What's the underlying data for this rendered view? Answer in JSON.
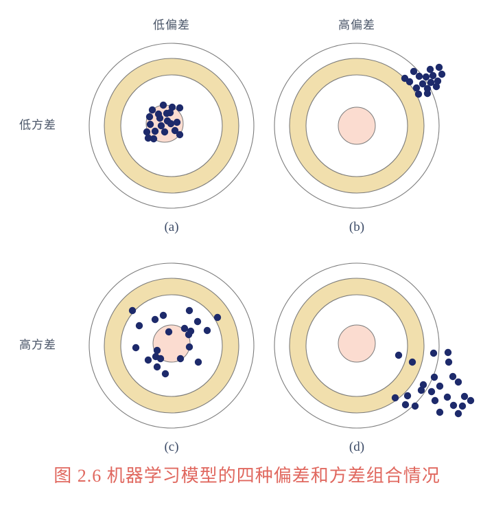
{
  "figure": {
    "caption": "图 2.6  机器学习模型的四种偏差和方差组合情况",
    "caption_color": "#e0685f",
    "columns": [
      {
        "key": "low_bias",
        "label": "低偏差"
      },
      {
        "key": "high_bias",
        "label": "高偏差"
      }
    ],
    "rows": [
      {
        "key": "low_variance",
        "label": "低方差"
      },
      {
        "key": "高方差_key",
        "label": "高方差"
      }
    ],
    "row_labels": {
      "low_variance": "低方差",
      "high_variance": "高方差"
    },
    "panel_labels": {
      "a": "(a)",
      "b": "(b)",
      "c": "(c)",
      "d": "(d)"
    }
  },
  "colors": {
    "dot": "#1d2a6b",
    "ring_band": "#f1dfad",
    "bullseye": "#fbdcd0",
    "stroke": "#7b7b7b",
    "background": "#ffffff",
    "text": "#4a5568",
    "caption": "#e0685f"
  },
  "chart_data": {
    "type": "scatter",
    "title": "图 2.6  机器学习模型的四种偏差和方差组合情况",
    "xlabel": "",
    "ylabel": "",
    "grid": false,
    "legend_position": "none",
    "description": "Four dartboard targets arranged 2x2 illustrating bias-variance combinations",
    "target_geometry": {
      "outer_radius": 120,
      "band_outer_radius": 98,
      "band_inner_radius": 74,
      "bullseye_radius": 27
    },
    "panels": [
      {
        "id": "a",
        "label": "(a)",
        "bias": "低偏差",
        "variance": "低方差",
        "center": [
          250,
          183
        ],
        "bullseye_center": [
          240,
          180
        ],
        "dot_radius": 5.2,
        "n_points": 21,
        "points": [
          [
            238,
            153
          ],
          [
            251,
            156
          ],
          [
            262,
            157
          ],
          [
            222,
            160
          ],
          [
            231,
            166
          ],
          [
            243,
            165
          ],
          [
            248,
            164
          ],
          [
            218,
            170
          ],
          [
            233,
            172
          ],
          [
            244,
            176
          ],
          [
            249,
            180
          ],
          [
            219,
            181
          ],
          [
            235,
            183
          ],
          [
            258,
            178
          ],
          [
            214,
            192
          ],
          [
            226,
            191
          ],
          [
            240,
            192
          ],
          [
            255,
            190
          ],
          [
            216,
            201
          ],
          [
            224,
            202
          ],
          [
            262,
            196
          ]
        ]
      },
      {
        "id": "b",
        "label": "(b)",
        "bias": "高偏差",
        "variance": "低方差",
        "center": [
          520,
          183
        ],
        "bullseye_center": [
          520,
          183
        ],
        "dot_radius": 5.2,
        "n_points": 17,
        "points": [
          [
            603,
            104
          ],
          [
            627,
            101
          ],
          [
            640,
            98
          ],
          [
            590,
            114
          ],
          [
            611,
            111
          ],
          [
            621,
            112
          ],
          [
            631,
            110
          ],
          [
            644,
            108
          ],
          [
            597,
            119
          ],
          [
            616,
            122
          ],
          [
            628,
            120
          ],
          [
            638,
            118
          ],
          [
            607,
            128
          ],
          [
            623,
            129
          ],
          [
            636,
            126
          ],
          [
            610,
            137
          ],
          [
            623,
            136
          ]
        ]
      },
      {
        "id": "c",
        "label": "(c)",
        "bias": "低偏差",
        "variance": "高方差",
        "center": [
          250,
          503
        ],
        "bullseye_center": [
          250,
          500
        ],
        "dot_radius": 5.2,
        "n_points": 22,
        "points": [
          [
            193,
            452
          ],
          [
            276,
            452
          ],
          [
            226,
            465
          ],
          [
            238,
            459
          ],
          [
            288,
            468
          ],
          [
            203,
            474
          ],
          [
            269,
            478
          ],
          [
            278,
            482
          ],
          [
            317,
            462
          ],
          [
            246,
            483
          ],
          [
            275,
            487
          ],
          [
            302,
            481
          ],
          [
            198,
            506
          ],
          [
            229,
            510
          ],
          [
            276,
            505
          ],
          [
            216,
            524
          ],
          [
            227,
            519
          ],
          [
            234,
            522
          ],
          [
            263,
            522
          ],
          [
            289,
            527
          ],
          [
            229,
            534
          ],
          [
            241,
            544
          ]
        ]
      },
      {
        "id": "d",
        "label": "(d)",
        "bias": "高偏差",
        "variance": "高方差",
        "center": [
          520,
          503
        ],
        "bullseye_center": [
          520,
          500
        ],
        "dot_radius": 5.2,
        "n_points": 24,
        "points": [
          [
            581,
            517
          ],
          [
            601,
            527
          ],
          [
            632,
            514
          ],
          [
            653,
            513
          ],
          [
            654,
            527
          ],
          [
            633,
            549
          ],
          [
            660,
            548
          ],
          [
            617,
            560
          ],
          [
            641,
            562
          ],
          [
            668,
            556
          ],
          [
            614,
            568
          ],
          [
            629,
            570
          ],
          [
            576,
            579
          ],
          [
            594,
            576
          ],
          [
            652,
            578
          ],
          [
            677,
            577
          ],
          [
            634,
            583
          ],
          [
            591,
            589
          ],
          [
            605,
            591
          ],
          [
            661,
            590
          ],
          [
            674,
            591
          ],
          [
            686,
            583
          ],
          [
            641,
            600
          ],
          [
            668,
            602
          ]
        ]
      }
    ]
  }
}
